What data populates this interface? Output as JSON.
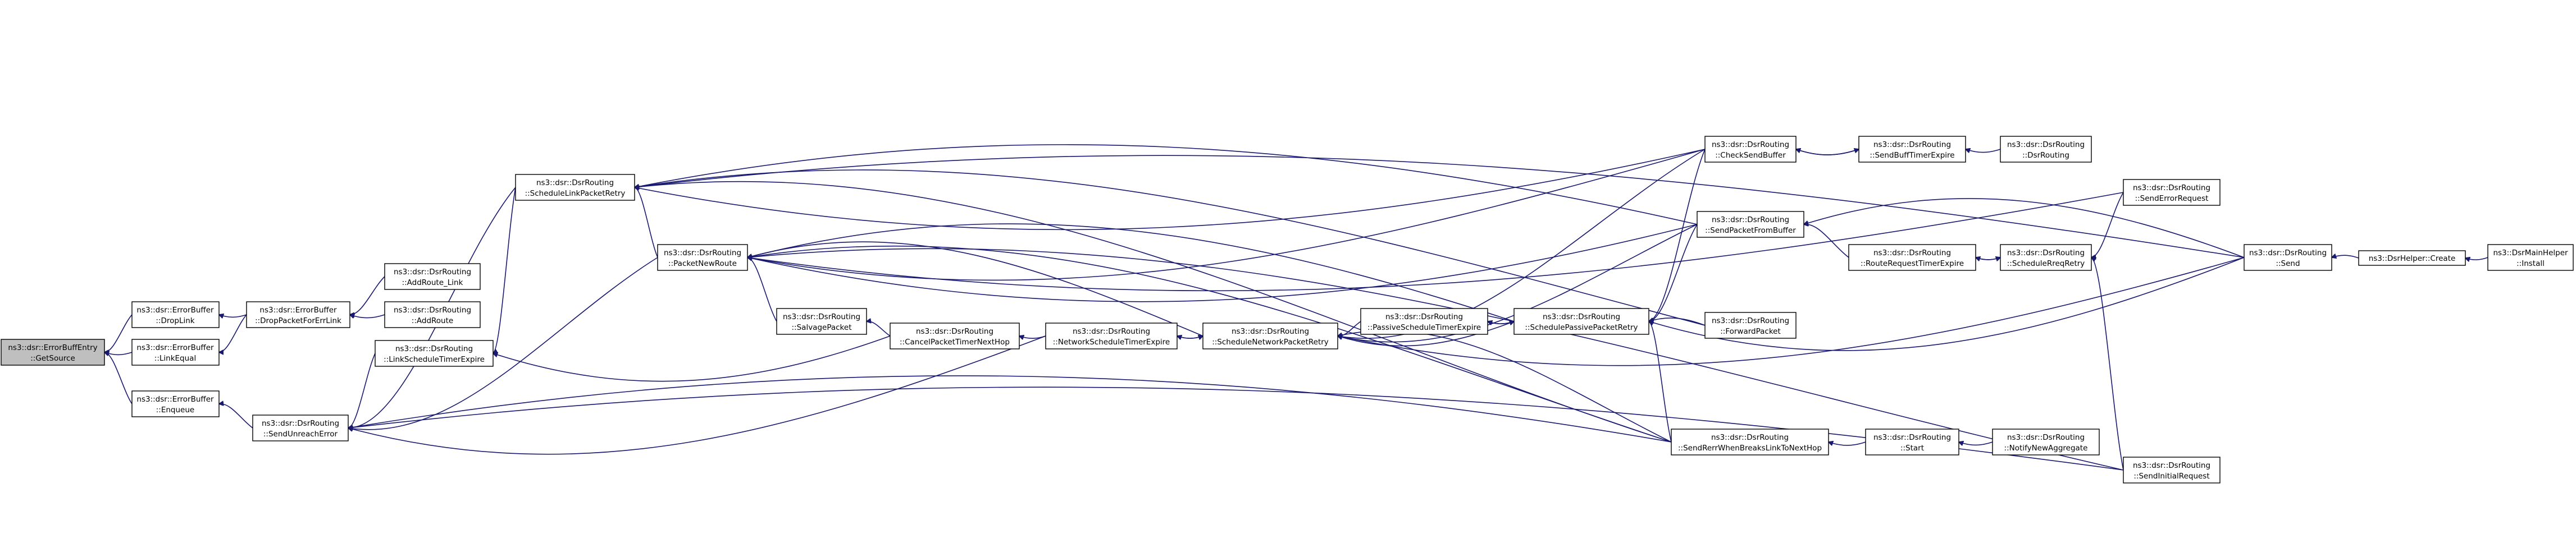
{
  "nodes": {
    "get_source": {
      "line1": "ns3::dsr::ErrorBuffEntry",
      "line2": "::GetSource",
      "root": true
    },
    "drop_link": {
      "line1": "ns3::dsr::ErrorBuffer",
      "line2": "::DropLink"
    },
    "link_equal": {
      "line1": "ns3::dsr::ErrorBuffer",
      "line2": "::LinkEqual"
    },
    "enqueue": {
      "line1": "ns3::dsr::ErrorBuffer",
      "line2": "::Enqueue"
    },
    "drop_packet_for_err_link": {
      "line1": "ns3::dsr::ErrorBuffer",
      "line2": "::DropPacketForErrLink"
    },
    "add_route_link": {
      "line1": "ns3::dsr::DsrRouting",
      "line2": "::AddRoute_Link"
    },
    "add_route": {
      "line1": "ns3::dsr::DsrRouting",
      "line2": "::AddRoute"
    },
    "send_unreach_error": {
      "line1": "ns3::dsr::DsrRouting",
      "line2": "::SendUnreachError"
    },
    "link_schedule_timer_expire": {
      "line1": "ns3::dsr::DsrRouting",
      "line2": "::LinkScheduleTimerExpire"
    },
    "schedule_link_packet_retry": {
      "line1": "ns3::dsr::DsrRouting",
      "line2": "::ScheduleLinkPacketRetry"
    },
    "packet_new_route": {
      "line1": "ns3::dsr::DsrRouting",
      "line2": "::PacketNewRoute"
    },
    "salvage_packet": {
      "line1": "ns3::dsr::DsrRouting",
      "line2": "::SalvagePacket"
    },
    "cancel_packet_timer_next_hop": {
      "line1": "ns3::dsr::DsrRouting",
      "line2": "::CancelPacketTimerNextHop"
    },
    "network_schedule_timer_expire": {
      "line1": "ns3::dsr::DsrRouting",
      "line2": "::NetworkScheduleTimerExpire"
    },
    "schedule_network_packet_retry": {
      "line1": "ns3::dsr::DsrRouting",
      "line2": "::ScheduleNetworkPacketRetry"
    },
    "passive_schedule_timer_expire": {
      "line1": "ns3::dsr::DsrRouting",
      "line2": "::PassiveScheduleTimerExpire"
    },
    "schedule_passive_packet_retry": {
      "line1": "ns3::dsr::DsrRouting",
      "line2": "::SchedulePassivePacketRetry"
    },
    "check_send_buffer": {
      "line1": "ns3::dsr::DsrRouting",
      "line2": "::CheckSendBuffer"
    },
    "send_packet_from_buffer": {
      "line1": "ns3::dsr::DsrRouting",
      "line2": "::SendPacketFromBuffer"
    },
    "forward_packet": {
      "line1": "ns3::dsr::DsrRouting",
      "line2": "::ForwardPacket"
    },
    "send_rerr_when_breaks_link": {
      "line1": "ns3::dsr::DsrRouting",
      "line2": "::SendRerrWhenBreaksLinkToNextHop"
    },
    "send_buff_timer_expire": {
      "line1": "ns3::dsr::DsrRouting",
      "line2": "::SendBuffTimerExpire"
    },
    "dsr_routing_ctor": {
      "line1": "ns3::dsr::DsrRouting",
      "line2": "::DsrRouting"
    },
    "route_request_timer_expire": {
      "line1": "ns3::dsr::DsrRouting",
      "line2": "::RouteRequestTimerExpire"
    },
    "schedule_rreq_retry": {
      "line1": "ns3::dsr::DsrRouting",
      "line2": "::ScheduleRreqRetry"
    },
    "send_error_request": {
      "line1": "ns3::dsr::DsrRouting",
      "line2": "::SendErrorRequest"
    },
    "start": {
      "line1": "ns3::dsr::DsrRouting",
      "line2": "::Start"
    },
    "notify_new_aggregate": {
      "line1": "ns3::dsr::DsrRouting",
      "line2": "::NotifyNewAggregate"
    },
    "send_initial_request": {
      "line1": "ns3::dsr::DsrRouting",
      "line2": "::SendInitialRequest"
    },
    "send": {
      "line1": "ns3::dsr::DsrRouting",
      "line2": "::Send"
    },
    "create": {
      "line1": "ns3::DsrHelper::Create",
      "line2": ""
    },
    "install": {
      "line1": "ns3::DsrMainHelper",
      "line2": "::Install"
    }
  },
  "edges": [
    [
      "drop_link",
      "get_source"
    ],
    [
      "link_equal",
      "get_source"
    ],
    [
      "enqueue",
      "get_source"
    ],
    [
      "drop_packet_for_err_link",
      "drop_link"
    ],
    [
      "drop_packet_for_err_link",
      "link_equal"
    ],
    [
      "add_route_link",
      "drop_packet_for_err_link"
    ],
    [
      "add_route",
      "drop_packet_for_err_link"
    ],
    [
      "send_unreach_error",
      "enqueue"
    ],
    [
      "link_schedule_timer_expire",
      "send_unreach_error"
    ],
    [
      "network_schedule_timer_expire",
      "send_unreach_error"
    ],
    [
      "send_rerr_when_breaks_link",
      "send_unreach_error"
    ],
    [
      "send_initial_request",
      "send_unreach_error"
    ],
    [
      "schedule_link_packet_retry",
      "link_schedule_timer_expire"
    ],
    [
      "schedule_link_packet_retry",
      "send_unreach_error"
    ],
    [
      "packet_new_route",
      "send_unreach_error"
    ],
    [
      "packet_new_route",
      "schedule_link_packet_retry"
    ],
    [
      "check_send_buffer",
      "schedule_link_packet_retry"
    ],
    [
      "send_packet_from_buffer",
      "schedule_link_packet_retry"
    ],
    [
      "forward_packet",
      "schedule_link_packet_retry"
    ],
    [
      "send",
      "schedule_link_packet_retry"
    ],
    [
      "send_rerr_when_breaks_link",
      "schedule_link_packet_retry"
    ],
    [
      "salvage_packet",
      "packet_new_route"
    ],
    [
      "schedule_network_packet_retry",
      "packet_new_route"
    ],
    [
      "schedule_passive_packet_retry",
      "packet_new_route"
    ],
    [
      "check_send_buffer",
      "packet_new_route"
    ],
    [
      "send_packet_from_buffer",
      "packet_new_route"
    ],
    [
      "send_error_request",
      "packet_new_route"
    ],
    [
      "send_rerr_when_breaks_link",
      "packet_new_route"
    ],
    [
      "send_initial_request",
      "packet_new_route"
    ],
    [
      "cancel_packet_timer_next_hop",
      "salvage_packet"
    ],
    [
      "cancel_packet_timer_next_hop",
      "link_schedule_timer_expire"
    ],
    [
      "network_schedule_timer_expire",
      "cancel_packet_timer_next_hop"
    ],
    [
      "schedule_network_packet_retry",
      "network_schedule_timer_expire"
    ],
    [
      "network_schedule_timer_expire",
      "schedule_network_packet_retry"
    ],
    [
      "check_send_buffer",
      "schedule_network_packet_retry"
    ],
    [
      "send_packet_from_buffer",
      "schedule_network_packet_retry"
    ],
    [
      "passive_schedule_timer_expire",
      "schedule_network_packet_retry"
    ],
    [
      "schedule_passive_packet_retry",
      "schedule_network_packet_retry"
    ],
    [
      "send",
      "schedule_network_packet_retry"
    ],
    [
      "send_rerr_when_breaks_link",
      "schedule_network_packet_retry"
    ],
    [
      "schedule_passive_packet_retry",
      "passive_schedule_timer_expire"
    ],
    [
      "passive_schedule_timer_expire",
      "schedule_passive_packet_retry"
    ],
    [
      "check_send_buffer",
      "schedule_passive_packet_retry"
    ],
    [
      "send_packet_from_buffer",
      "schedule_passive_packet_retry"
    ],
    [
      "forward_packet",
      "schedule_passive_packet_retry"
    ],
    [
      "send",
      "schedule_passive_packet_retry"
    ],
    [
      "send_rerr_when_breaks_link",
      "schedule_passive_packet_retry"
    ],
    [
      "send_buff_timer_expire",
      "check_send_buffer"
    ],
    [
      "check_send_buffer",
      "send_buff_timer_expire"
    ],
    [
      "dsr_routing_ctor",
      "send_buff_timer_expire"
    ],
    [
      "route_request_timer_expire",
      "send_packet_from_buffer"
    ],
    [
      "send",
      "send_packet_from_buffer"
    ],
    [
      "schedule_rreq_retry",
      "route_request_timer_expire"
    ],
    [
      "route_request_timer_expire",
      "schedule_rreq_retry"
    ],
    [
      "send_error_request",
      "schedule_rreq_retry"
    ],
    [
      "send_initial_request",
      "schedule_rreq_retry"
    ],
    [
      "start",
      "send_rerr_when_breaks_link"
    ],
    [
      "notify_new_aggregate",
      "start"
    ],
    [
      "create",
      "send"
    ],
    [
      "install",
      "create"
    ]
  ]
}
